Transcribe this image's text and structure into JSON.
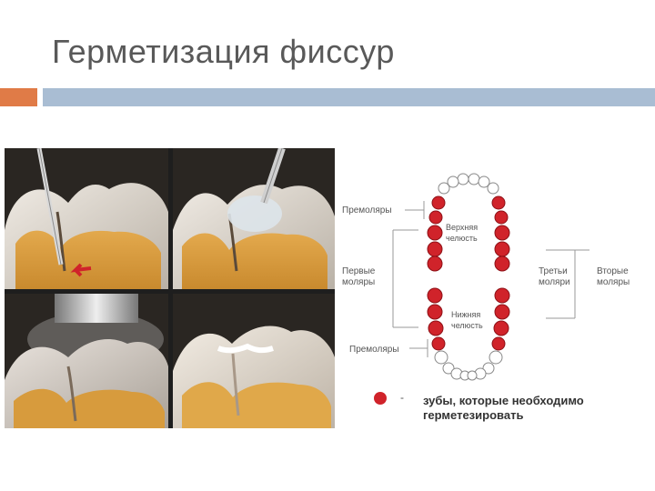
{
  "slide": {
    "title": "Герметизация фиссур"
  },
  "photos": [
    {
      "icon": "tooth-etching-probe-image"
    },
    {
      "icon": "tooth-sealant-application-image"
    },
    {
      "icon": "tooth-light-curing-image"
    },
    {
      "icon": "tooth-sealed-fissure-image"
    }
  ],
  "diagram": {
    "labels": {
      "premolars_top": "Премоляры",
      "upper_jaw": "Верхняя\nчелюсть",
      "first_molars": "Первые\nмоляры",
      "third_molars": "Третьи\nмоляри",
      "second_molars": "Вторые\nмоляры",
      "lower_jaw": "Нижняя\nчелюсть",
      "premolars_bottom": "Премоляры"
    },
    "legend": {
      "dash": "-",
      "text": "зубы, которые необходимо\nгерметезировать"
    },
    "colors": {
      "sealed_tooth": "#d0232a",
      "other_tooth": "#ffffff",
      "accent_orange": "#e07b47",
      "accent_blue": "#a9bdd3"
    }
  }
}
